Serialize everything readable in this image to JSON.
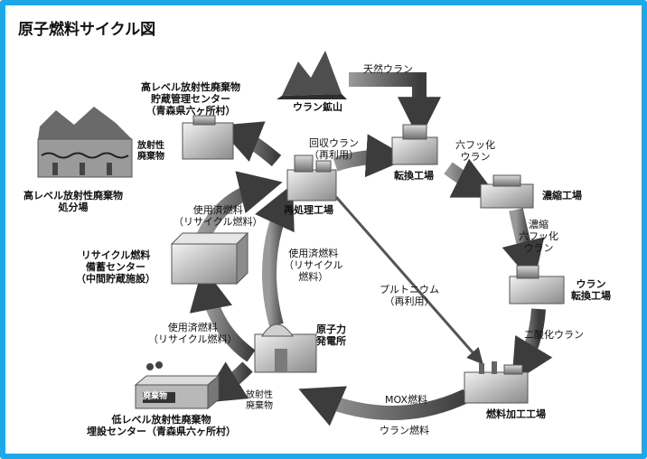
{
  "title": "原子燃料サイクル図",
  "labels": {
    "uranium_mine": "ウラン鉱山",
    "natural_uranium": "天然ウラン",
    "conversion_plant": "転換工場",
    "uf6": [
      "六フッ化",
      "ウラン"
    ],
    "enrichment_plant": "濃縮工場",
    "enriched_uf6": [
      "濃縮",
      "六フッ化",
      "ウラン"
    ],
    "reconversion_plant": [
      "ウラン",
      "転換工場"
    ],
    "uranium_dioxide": "二酸化ウラン",
    "fuel_fabrication": "燃料加工工場",
    "mox_fuel": "MOX燃料",
    "uranium_fuel": "ウラン燃料",
    "nuclear_plant": [
      "原子力",
      "発電所"
    ],
    "radioactive_waste": [
      "放射性",
      "廃棄物"
    ],
    "low_level_center": [
      "低レベル放射性廃棄物",
      "埋設センター（青森県六ヶ所村）"
    ],
    "low_level_building": "廃棄物",
    "spent_fuel_left": [
      "使用済燃料",
      "（リサイクル燃料）"
    ],
    "recycle_storage": [
      "リサイクル燃料",
      "備蓄センター",
      "（中間貯蔵施設）"
    ],
    "spent_fuel_upper": [
      "使用済燃料",
      "（リサイクル燃料）"
    ],
    "spent_fuel_center": [
      "使用済燃料",
      "（リサイクル",
      "燃料）"
    ],
    "reprocessing_plant": "再処理工場",
    "recovered_uranium": [
      "回収ウラン",
      "（再利用）"
    ],
    "plutonium": [
      "プルトニウム",
      "（再利用）"
    ],
    "high_level_storage": [
      "高レベル放射性廃棄物",
      "貯蔵管理センター",
      "（青森県六ヶ所村）"
    ],
    "high_level_waste": [
      "放射性",
      "廃棄物"
    ],
    "high_level_disposal": [
      "高レベル放射性廃棄物",
      "処分場"
    ]
  }
}
